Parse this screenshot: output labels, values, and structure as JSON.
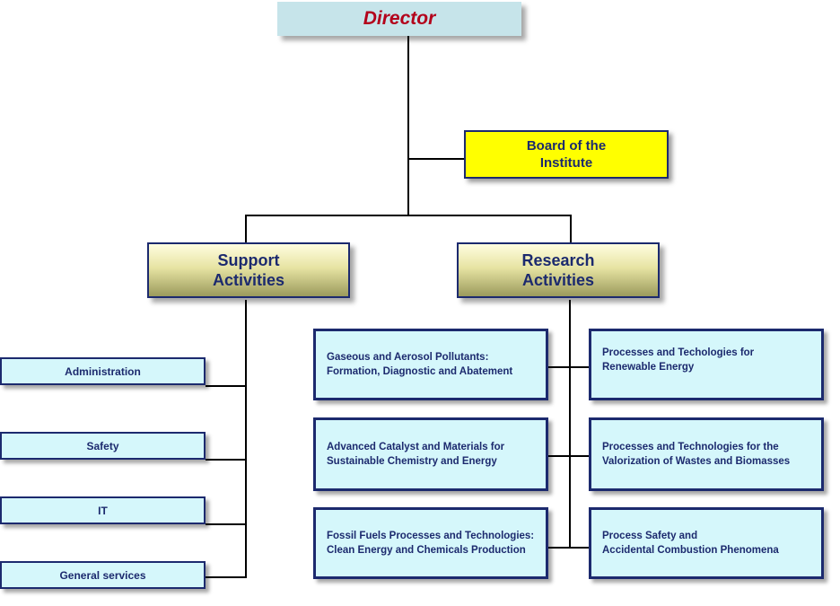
{
  "director": {
    "label": "Director"
  },
  "board": {
    "line1": "Board of the",
    "line2": "Institute"
  },
  "support": {
    "line1": "Support",
    "line2": "Activities",
    "items": [
      "Administration",
      "Safety",
      "IT",
      "General services"
    ]
  },
  "research": {
    "line1": "Research",
    "line2": "Activities",
    "units": [
      {
        "line1": "Gaseous and Aerosol Pollutants:",
        "line2": "Formation, Diagnostic and Abatement"
      },
      {
        "line1": "Processes and Techologies for",
        "line2": "Renewable Energy"
      },
      {
        "line1": "Advanced Catalyst and Materials for",
        "line2": "Sustainable Chemistry and Energy"
      },
      {
        "line1": "Processes and Technologies for the",
        "line2": "Valorization of Wastes and Biomasses"
      },
      {
        "line1": "Fossil Fuels Processes and Technologies:",
        "line2": "Clean Energy and Chemicals Production"
      },
      {
        "line1": "Process Safety and",
        "line2": "Accidental Combustion Phenomena"
      }
    ]
  }
}
